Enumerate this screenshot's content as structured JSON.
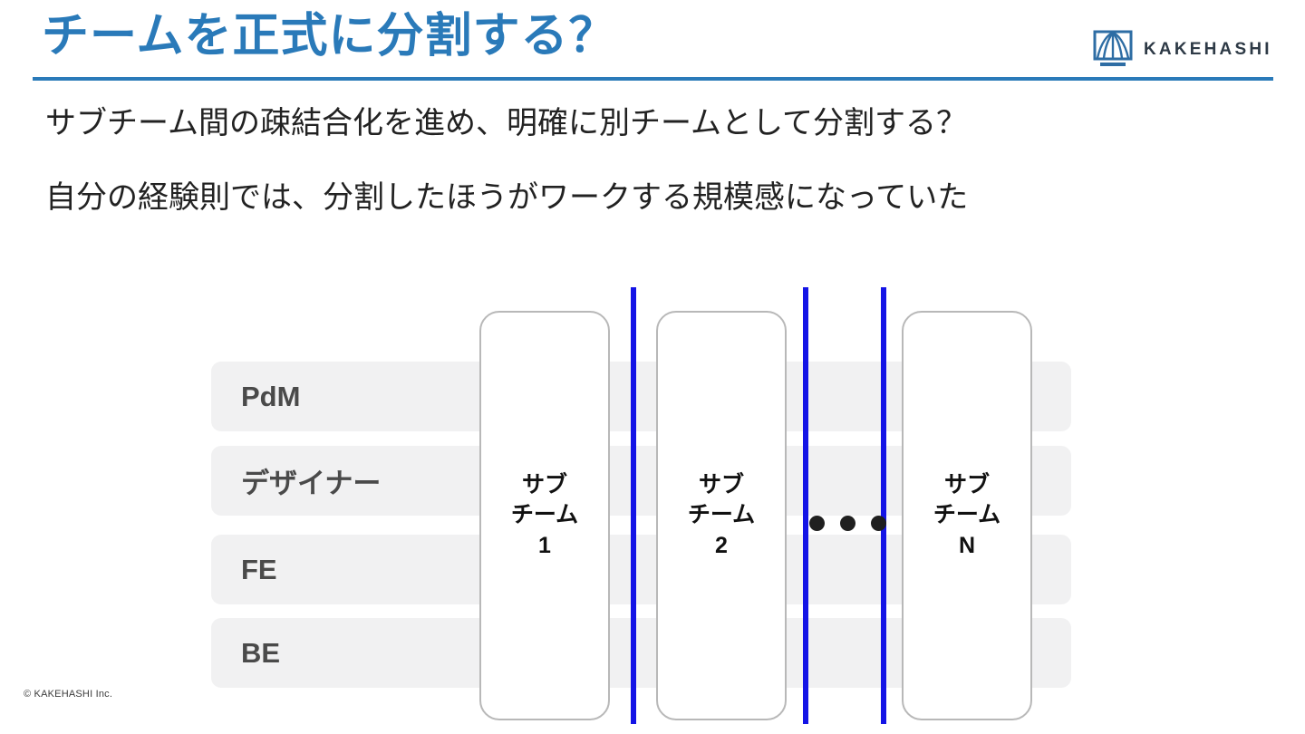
{
  "header": {
    "title": "チームを正式に分割する？",
    "rule_color": "#2a7ab9",
    "title_color": "#2a7ab9"
  },
  "logo": {
    "mark_name": "kakehashi-bridge-mark",
    "wordmark": "KAKEHASHI",
    "mark_color": "#2e6da4",
    "word_color": "#2e3a46"
  },
  "body": {
    "line1": "サブチーム間の疎結合化を進め、明確に別チームとして分割する？",
    "line2": "自分の経験則では、分割したほうがワークする規模感になっていた"
  },
  "diagram": {
    "roles": [
      {
        "label": "PdM"
      },
      {
        "label": "デザイナー"
      },
      {
        "label": "FE"
      },
      {
        "label": "BE"
      }
    ],
    "subteams": [
      {
        "line1": "サブ",
        "line2": "チーム",
        "line3": "1"
      },
      {
        "line1": "サブ",
        "line2": "チーム",
        "line3": "2"
      },
      {
        "line1": "サブ",
        "line2": "チーム",
        "line3": "N"
      }
    ],
    "ellipsis_dots": 3,
    "divider_count": 4,
    "divider_color": "#1414e6",
    "row_fill": "#f1f1f2",
    "box_border": "#b8b8b8"
  },
  "footer": {
    "copyright": "© KAKEHASHI Inc."
  }
}
